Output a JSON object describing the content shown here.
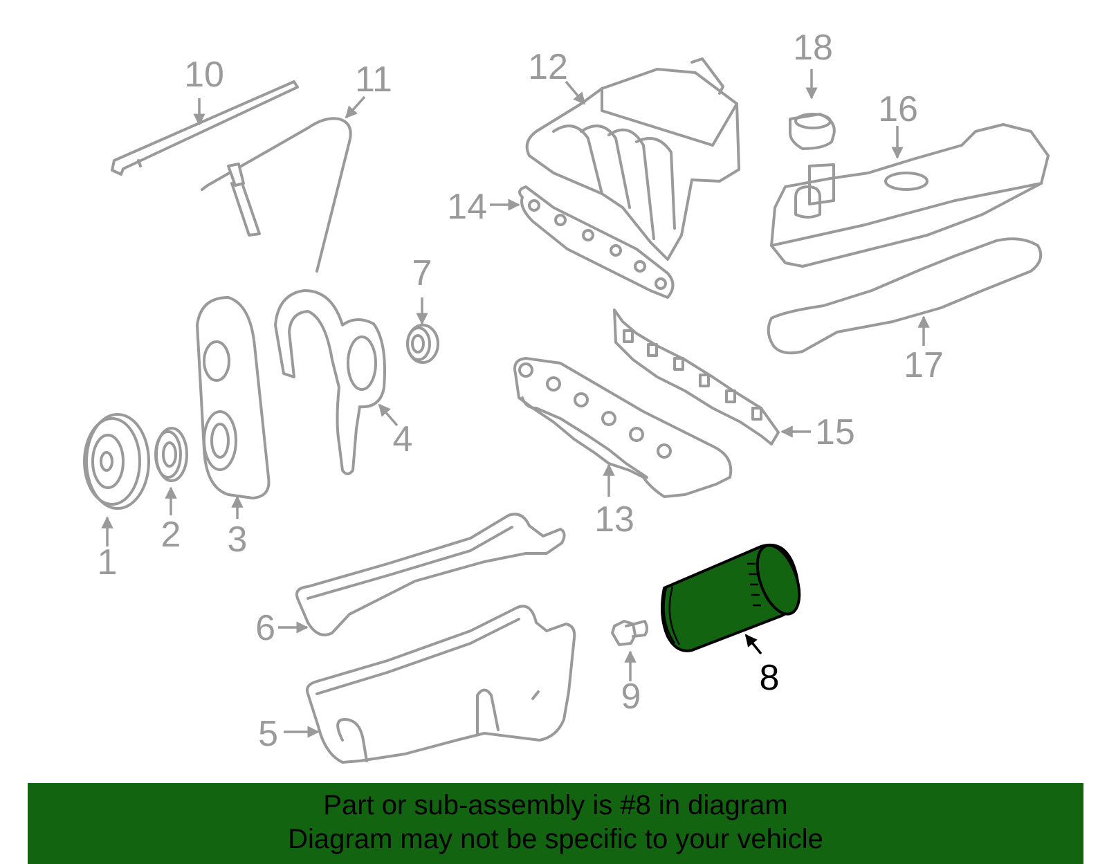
{
  "diagram": {
    "highlight_color": "#136410",
    "highlighted_callout": "8",
    "callouts": [
      {
        "id": "1",
        "label": "1"
      },
      {
        "id": "2",
        "label": "2"
      },
      {
        "id": "3",
        "label": "3"
      },
      {
        "id": "4",
        "label": "4"
      },
      {
        "id": "5",
        "label": "5"
      },
      {
        "id": "6",
        "label": "6"
      },
      {
        "id": "7",
        "label": "7"
      },
      {
        "id": "8",
        "label": "8"
      },
      {
        "id": "9",
        "label": "9"
      },
      {
        "id": "10",
        "label": "10"
      },
      {
        "id": "11",
        "label": "11"
      },
      {
        "id": "12",
        "label": "12"
      },
      {
        "id": "13",
        "label": "13"
      },
      {
        "id": "14",
        "label": "14"
      },
      {
        "id": "15",
        "label": "15"
      },
      {
        "id": "16",
        "label": "16"
      },
      {
        "id": "17",
        "label": "17"
      },
      {
        "id": "18",
        "label": "18"
      }
    ]
  },
  "banner": {
    "line1": "Part or sub-assembly is #8 in diagram",
    "line2": "Diagram may not be specific to your vehicle",
    "background": "#136410"
  }
}
